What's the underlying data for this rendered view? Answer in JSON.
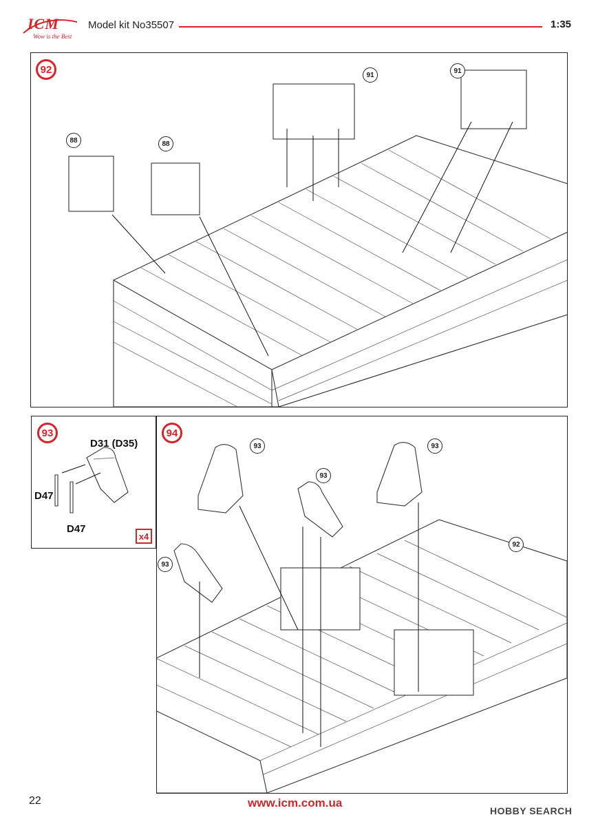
{
  "header": {
    "logo": "ICM",
    "logo_tagline": "Wow is the Best",
    "title": "Model kit No35507",
    "scale": "1:35"
  },
  "step92": {
    "number": "92",
    "refs": [
      "91",
      "91",
      "88",
      "88"
    ]
  },
  "step93": {
    "number": "93",
    "part_top": "D31 (D35)",
    "part_left": "D47",
    "part_bottom": "D47",
    "multiplier": "x4"
  },
  "step94": {
    "number": "94",
    "refs": [
      "93",
      "93",
      "93",
      "93",
      "92"
    ]
  },
  "footer": {
    "page_number": "22",
    "website": "www.icm.com.ua",
    "watermark": "HOBBY SEARCH"
  },
  "colors": {
    "accent": "#d8232a",
    "line": "#222222"
  }
}
